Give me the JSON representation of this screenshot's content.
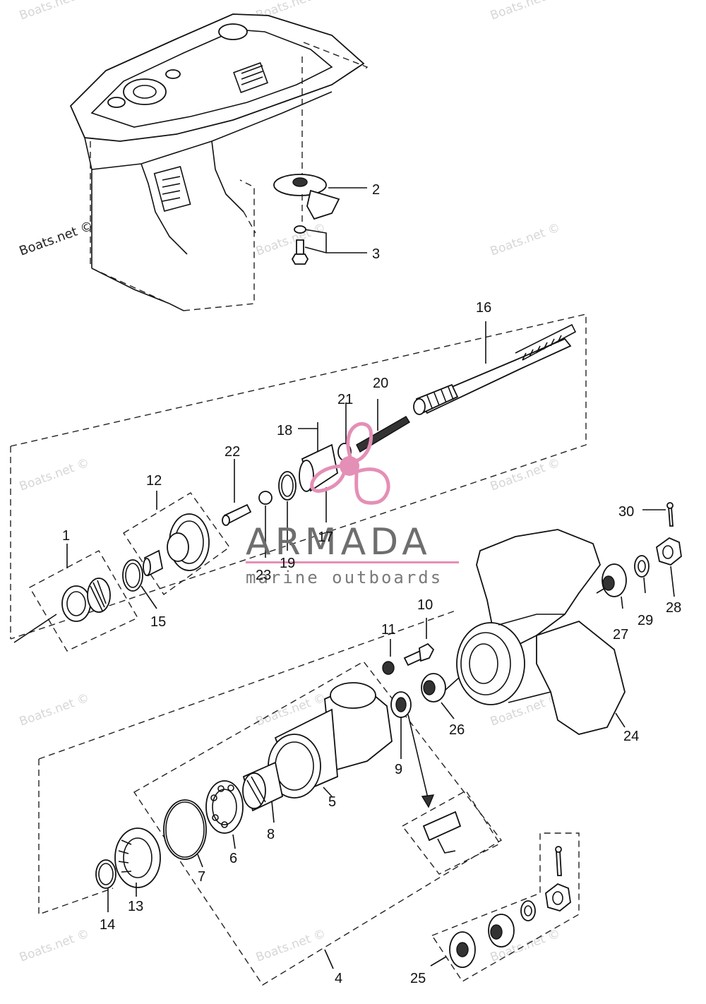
{
  "watermark": {
    "text": "Boats.net ©",
    "color": "#d6d6d6"
  },
  "brand": {
    "name": "ARMADA",
    "tagline": "marine outboards",
    "accent": "#e48fb6"
  },
  "part_labels": [
    "1",
    "2",
    "3",
    "4",
    "5",
    "6",
    "7",
    "8",
    "9",
    "10",
    "11",
    "12",
    "13",
    "14",
    "15",
    "16",
    "17",
    "18",
    "19",
    "20",
    "21",
    "22",
    "23",
    "24",
    "25",
    "26",
    "27",
    "28",
    "29",
    "30"
  ]
}
